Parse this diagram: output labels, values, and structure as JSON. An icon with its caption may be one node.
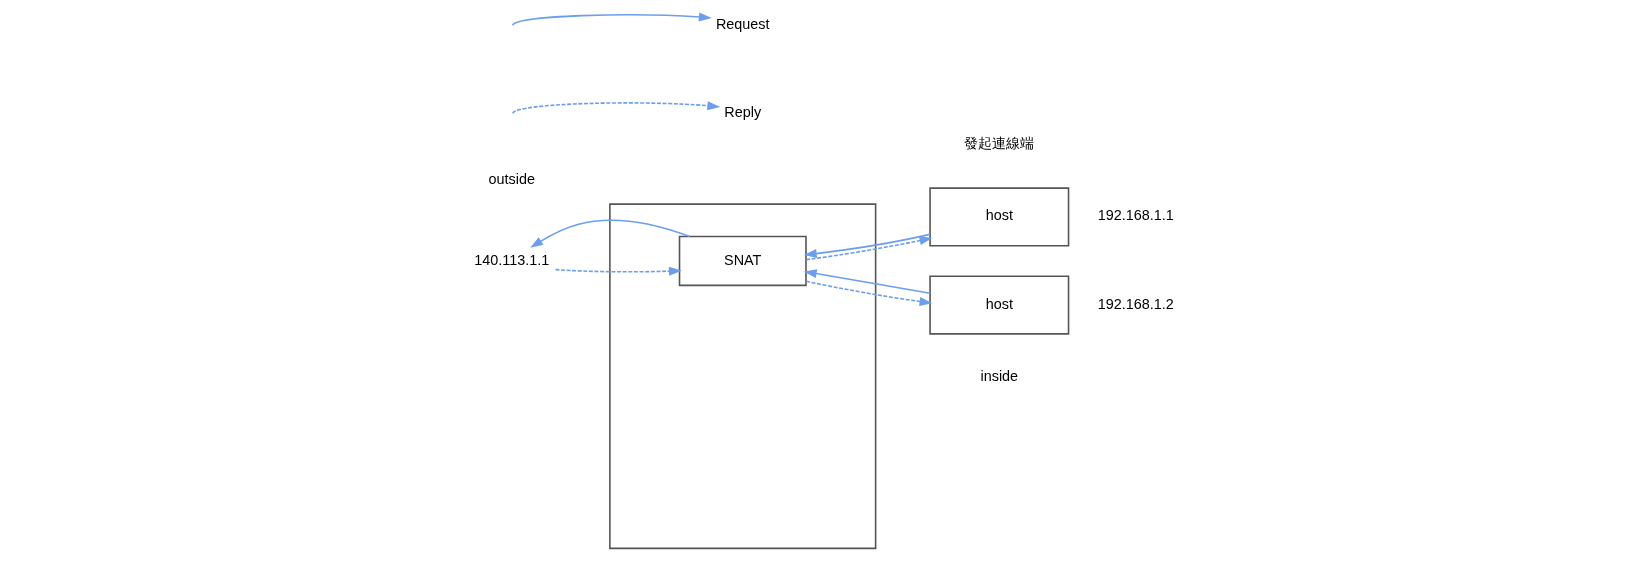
{
  "diagram": {
    "nodes": [
      {
        "text": [],
        "shape": "box"
      },
      {
        "text": [
          "SNAT"
        ],
        "in": 0
      },
      {
        "text": [
          "140.113.1.1"
        ]
      },
      {
        "text": [
          "host"
        ],
        "beside": [
          "192.168.1.1"
        ]
      },
      {
        "text": [
          "host"
        ],
        "beside": [
          "192.168.1.2"
        ]
      }
    ],
    "edges": [
      {
        "from": 1,
        "to": 2,
        "arrow": "to"
      },
      {
        "from": 2,
        "to": 1,
        "arrow": "to",
        "style": "dashed"
      },
      {
        "from": 1,
        "to": 3,
        "arrow": "to",
        "style": "dashed"
      },
      {
        "from": 3,
        "to": 1,
        "arrow": "to"
      },
      {
        "from": 4,
        "to": 1,
        "arrow": "to"
      },
      {
        "from": 1,
        "to": 4,
        "arrow": "to",
        "style": "dashed"
      }
    ],
    "labels": [
      "發起連線端",
      "outside",
      "inside"
    ],
    "legend": [
      {
        "text": "Request"
      },
      {
        "text": "Reply"
      }
    ]
  }
}
